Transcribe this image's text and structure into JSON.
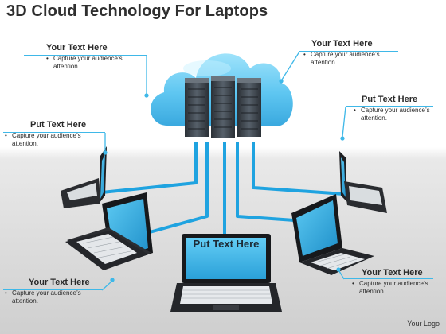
{
  "slide": {
    "title": "3D Cloud Technology For Laptops",
    "center_laptop_label": "Put Text Here",
    "logo": "Your Logo"
  },
  "callouts": [
    {
      "id": "top-left",
      "heading": "Your Text Here",
      "bullet": "Capture your audience’s attention."
    },
    {
      "id": "top-right",
      "heading": "Your Text Here",
      "bullet": "Capture your audience’s attention."
    },
    {
      "id": "mid-left",
      "heading": "Put Text Here",
      "bullet": "Capture your audience’s attention."
    },
    {
      "id": "mid-right",
      "heading": "Put Text Here",
      "bullet": "Capture your audience’s attention."
    },
    {
      "id": "bottom-left",
      "heading": "Your Text Here",
      "bullet": "Capture your audience’s attention."
    },
    {
      "id": "bottom-right",
      "heading": "Your Text Here",
      "bullet": "Capture your audience’s attention."
    }
  ],
  "colors": {
    "accent": "#3fb8e8",
    "cloud": "#69cdf4",
    "cable": "#1fa3e0",
    "server": "#3a4047",
    "screen": "#2aa8e0"
  },
  "icons": [
    "cloud-icon",
    "server-icon",
    "laptop-icon"
  ]
}
